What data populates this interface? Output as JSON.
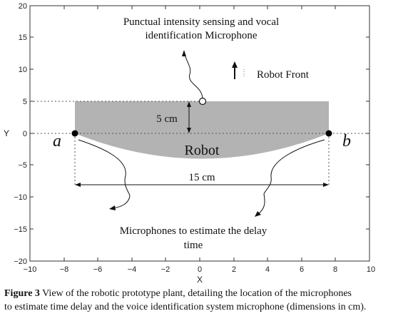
{
  "axes": {
    "x_label": "X",
    "y_label": "Y",
    "x_ticks": [
      "−10",
      "−8",
      "−6",
      "−4",
      "−2",
      "0",
      "2",
      "4",
      "6",
      "8",
      "10"
    ],
    "y_ticks": [
      "20",
      "15",
      "10",
      "5",
      "0",
      "−5",
      "−10",
      "−15",
      "−20"
    ],
    "xlim": [
      -10,
      10
    ],
    "ylim": [
      -20,
      20
    ]
  },
  "annotations": {
    "top_mic_line1": "Punctual intensity sensing and vocal",
    "top_mic_line2": "identification Microphone",
    "robot_front": "Robot Front",
    "robot_label": "Robot",
    "height_label": "5 cm",
    "width_label": "15 cm",
    "left_point": "a",
    "right_point": "b",
    "delay_line1": "Microphones to estimate the delay",
    "delay_line2": "time"
  },
  "caption": {
    "bold": "Figure 3",
    "line1": " View of the robotic prototype plant, detailing the location of the microphones",
    "line2": "to estimate time delay and the voice identification  system microphone (dimensions in cm)."
  },
  "colors": {
    "robot_fill": "#b3b3b3",
    "marker": "#000000"
  }
}
